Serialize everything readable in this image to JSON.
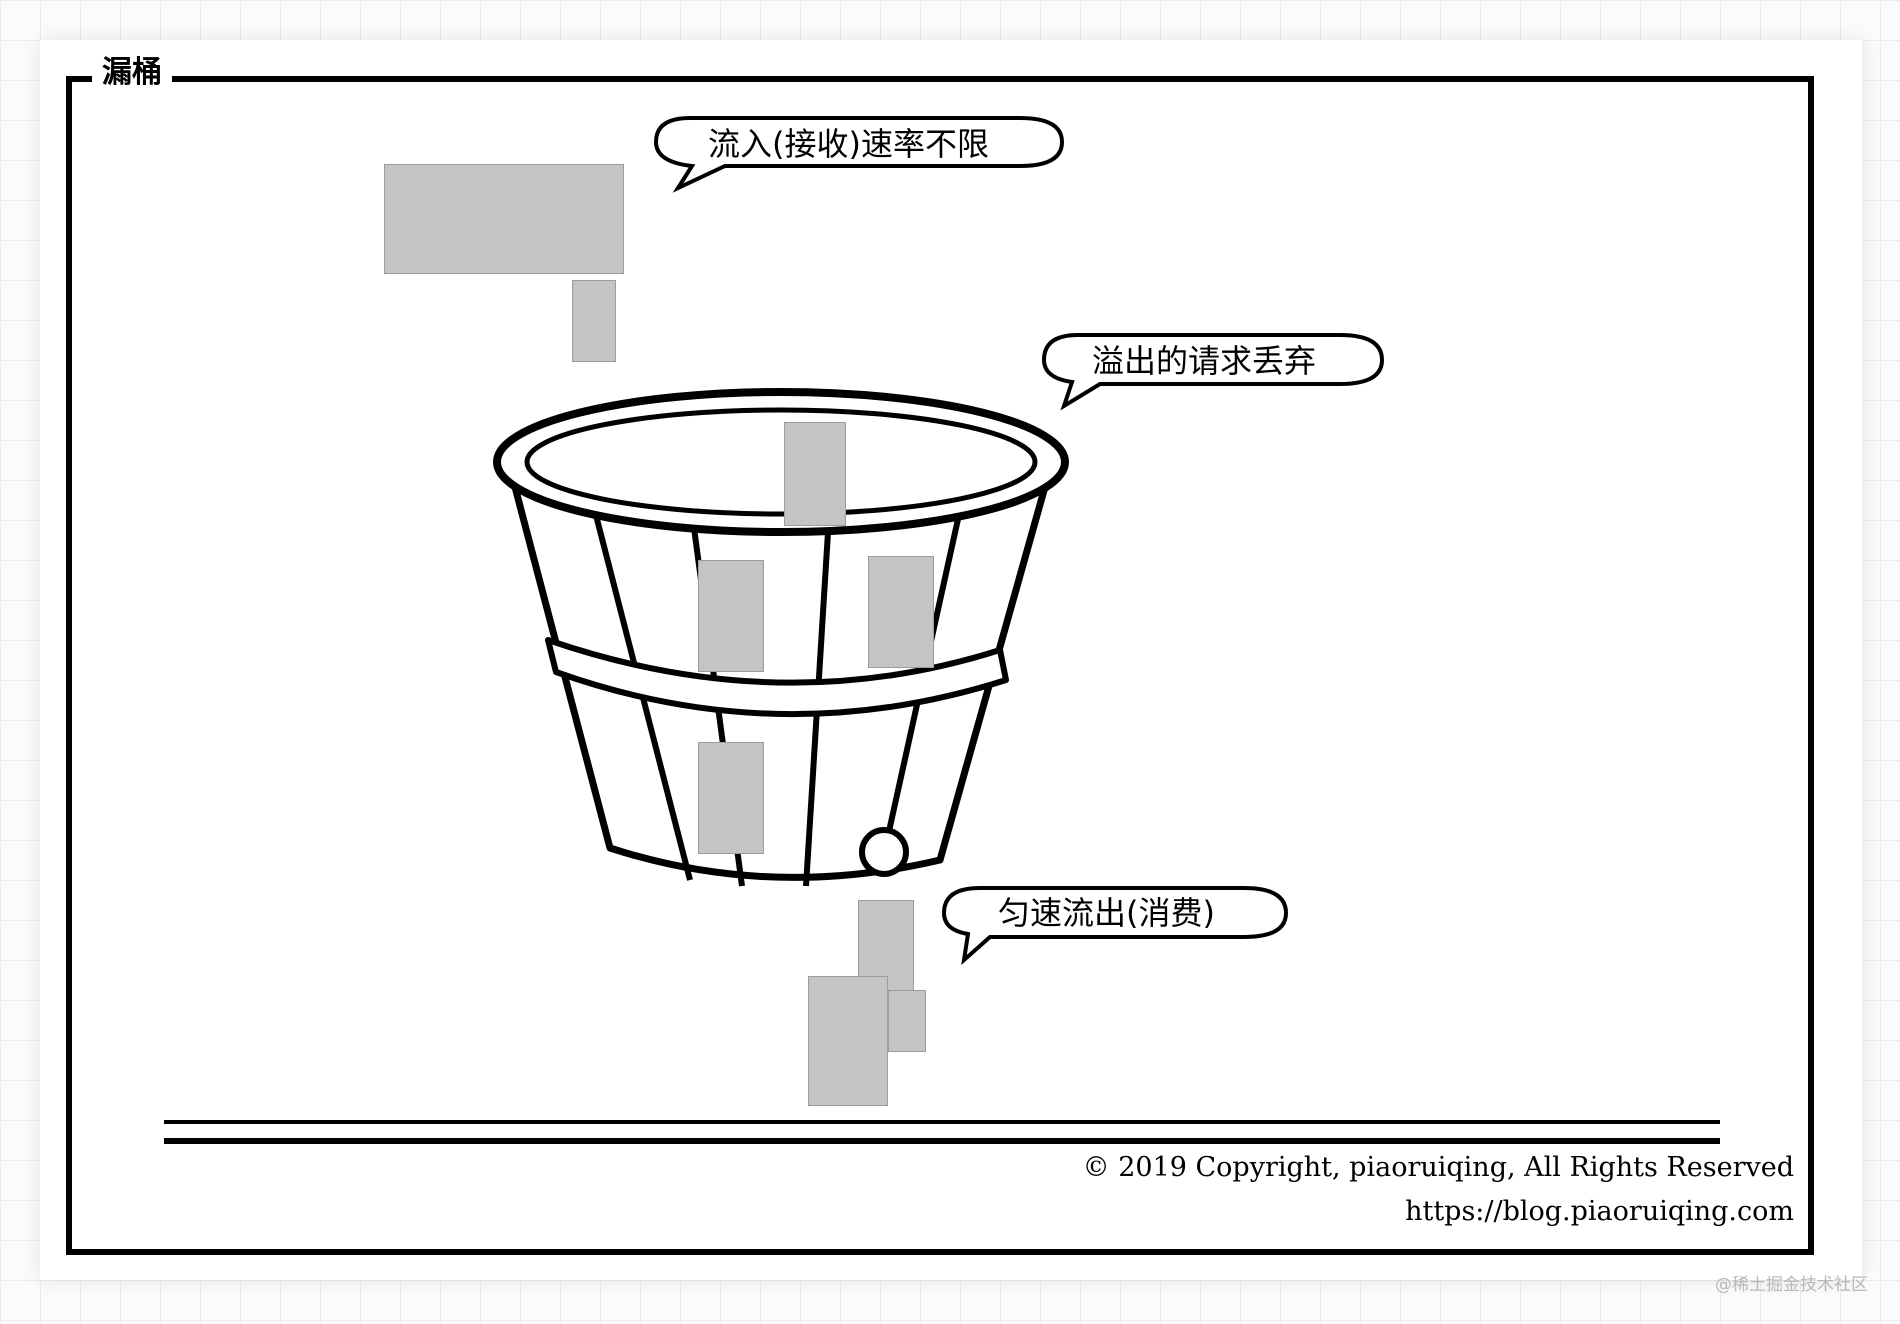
{
  "diagram": {
    "title": "漏桶",
    "labels": {
      "inflow": "流入(接收)速率不限",
      "overflow": "溢出的请求丢弃",
      "outflow": "匀速流出(消费)"
    },
    "copyright": "© 2019 Copyright,  piaoruiqing,  All Rights Reserved",
    "url": "https://blog.piaoruiqing.com"
  },
  "watermark": "@稀土掘金技术社区"
}
